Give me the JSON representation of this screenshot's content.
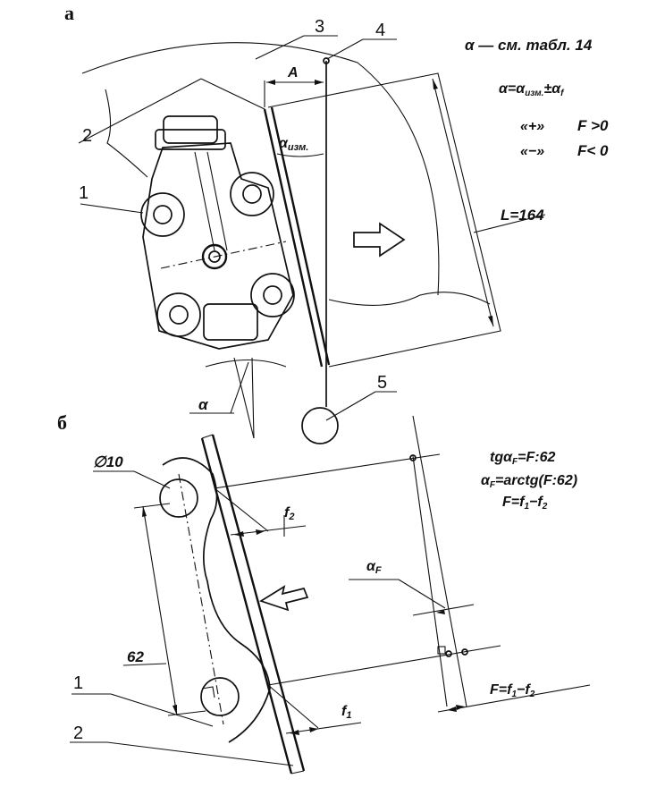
{
  "sections": {
    "a": "а",
    "b": "б"
  },
  "callouts": {
    "n1": "1",
    "n2": "2",
    "n3": "3",
    "n4": "4",
    "n5": "5",
    "b1": "1",
    "b2": "2"
  },
  "dims": {
    "A": "A",
    "alpha_meas": "α",
    "alpha_meas_sub": "изм.",
    "L": "L=164",
    "alpha": "α",
    "diam": "∅10",
    "f2": "f",
    "f2_sub": "2",
    "alphaF": "α",
    "alphaF_sub": "F",
    "len62": "62",
    "f1": "f",
    "f1_sub": "1",
    "F_eq": "F=f",
    "F_eq_s1": "1",
    "F_eq_mid": "−f",
    "F_eq_s2": "2"
  },
  "notes_a": {
    "line1": "α — см. табл. 14",
    "line2_a": "α=α",
    "line2_sub1": "изм.",
    "line2_b": "±α",
    "line2_sub2": "f",
    "line3_sign": "«+»",
    "line3_cond": "F >0",
    "line4_sign": "«−»",
    "line4_cond": "F< 0"
  },
  "notes_b": {
    "line1_a": "tgα",
    "line1_sub": "F",
    "line1_b": "=F:62",
    "line2_a": "α",
    "line2_sub": "F",
    "line2_b": "=arctg(F:62)",
    "line3_a": "F=f",
    "line3_s1": "1",
    "line3_b": "−f",
    "line3_s2": "2"
  }
}
